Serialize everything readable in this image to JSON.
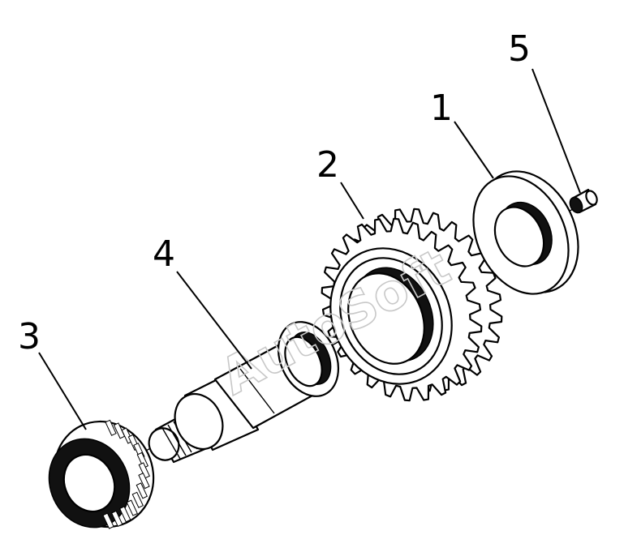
{
  "callouts": {
    "part_1": "1",
    "part_2": "2",
    "part_3": "3",
    "part_4": "4",
    "part_5": "5"
  },
  "watermark": "AutoSoft"
}
